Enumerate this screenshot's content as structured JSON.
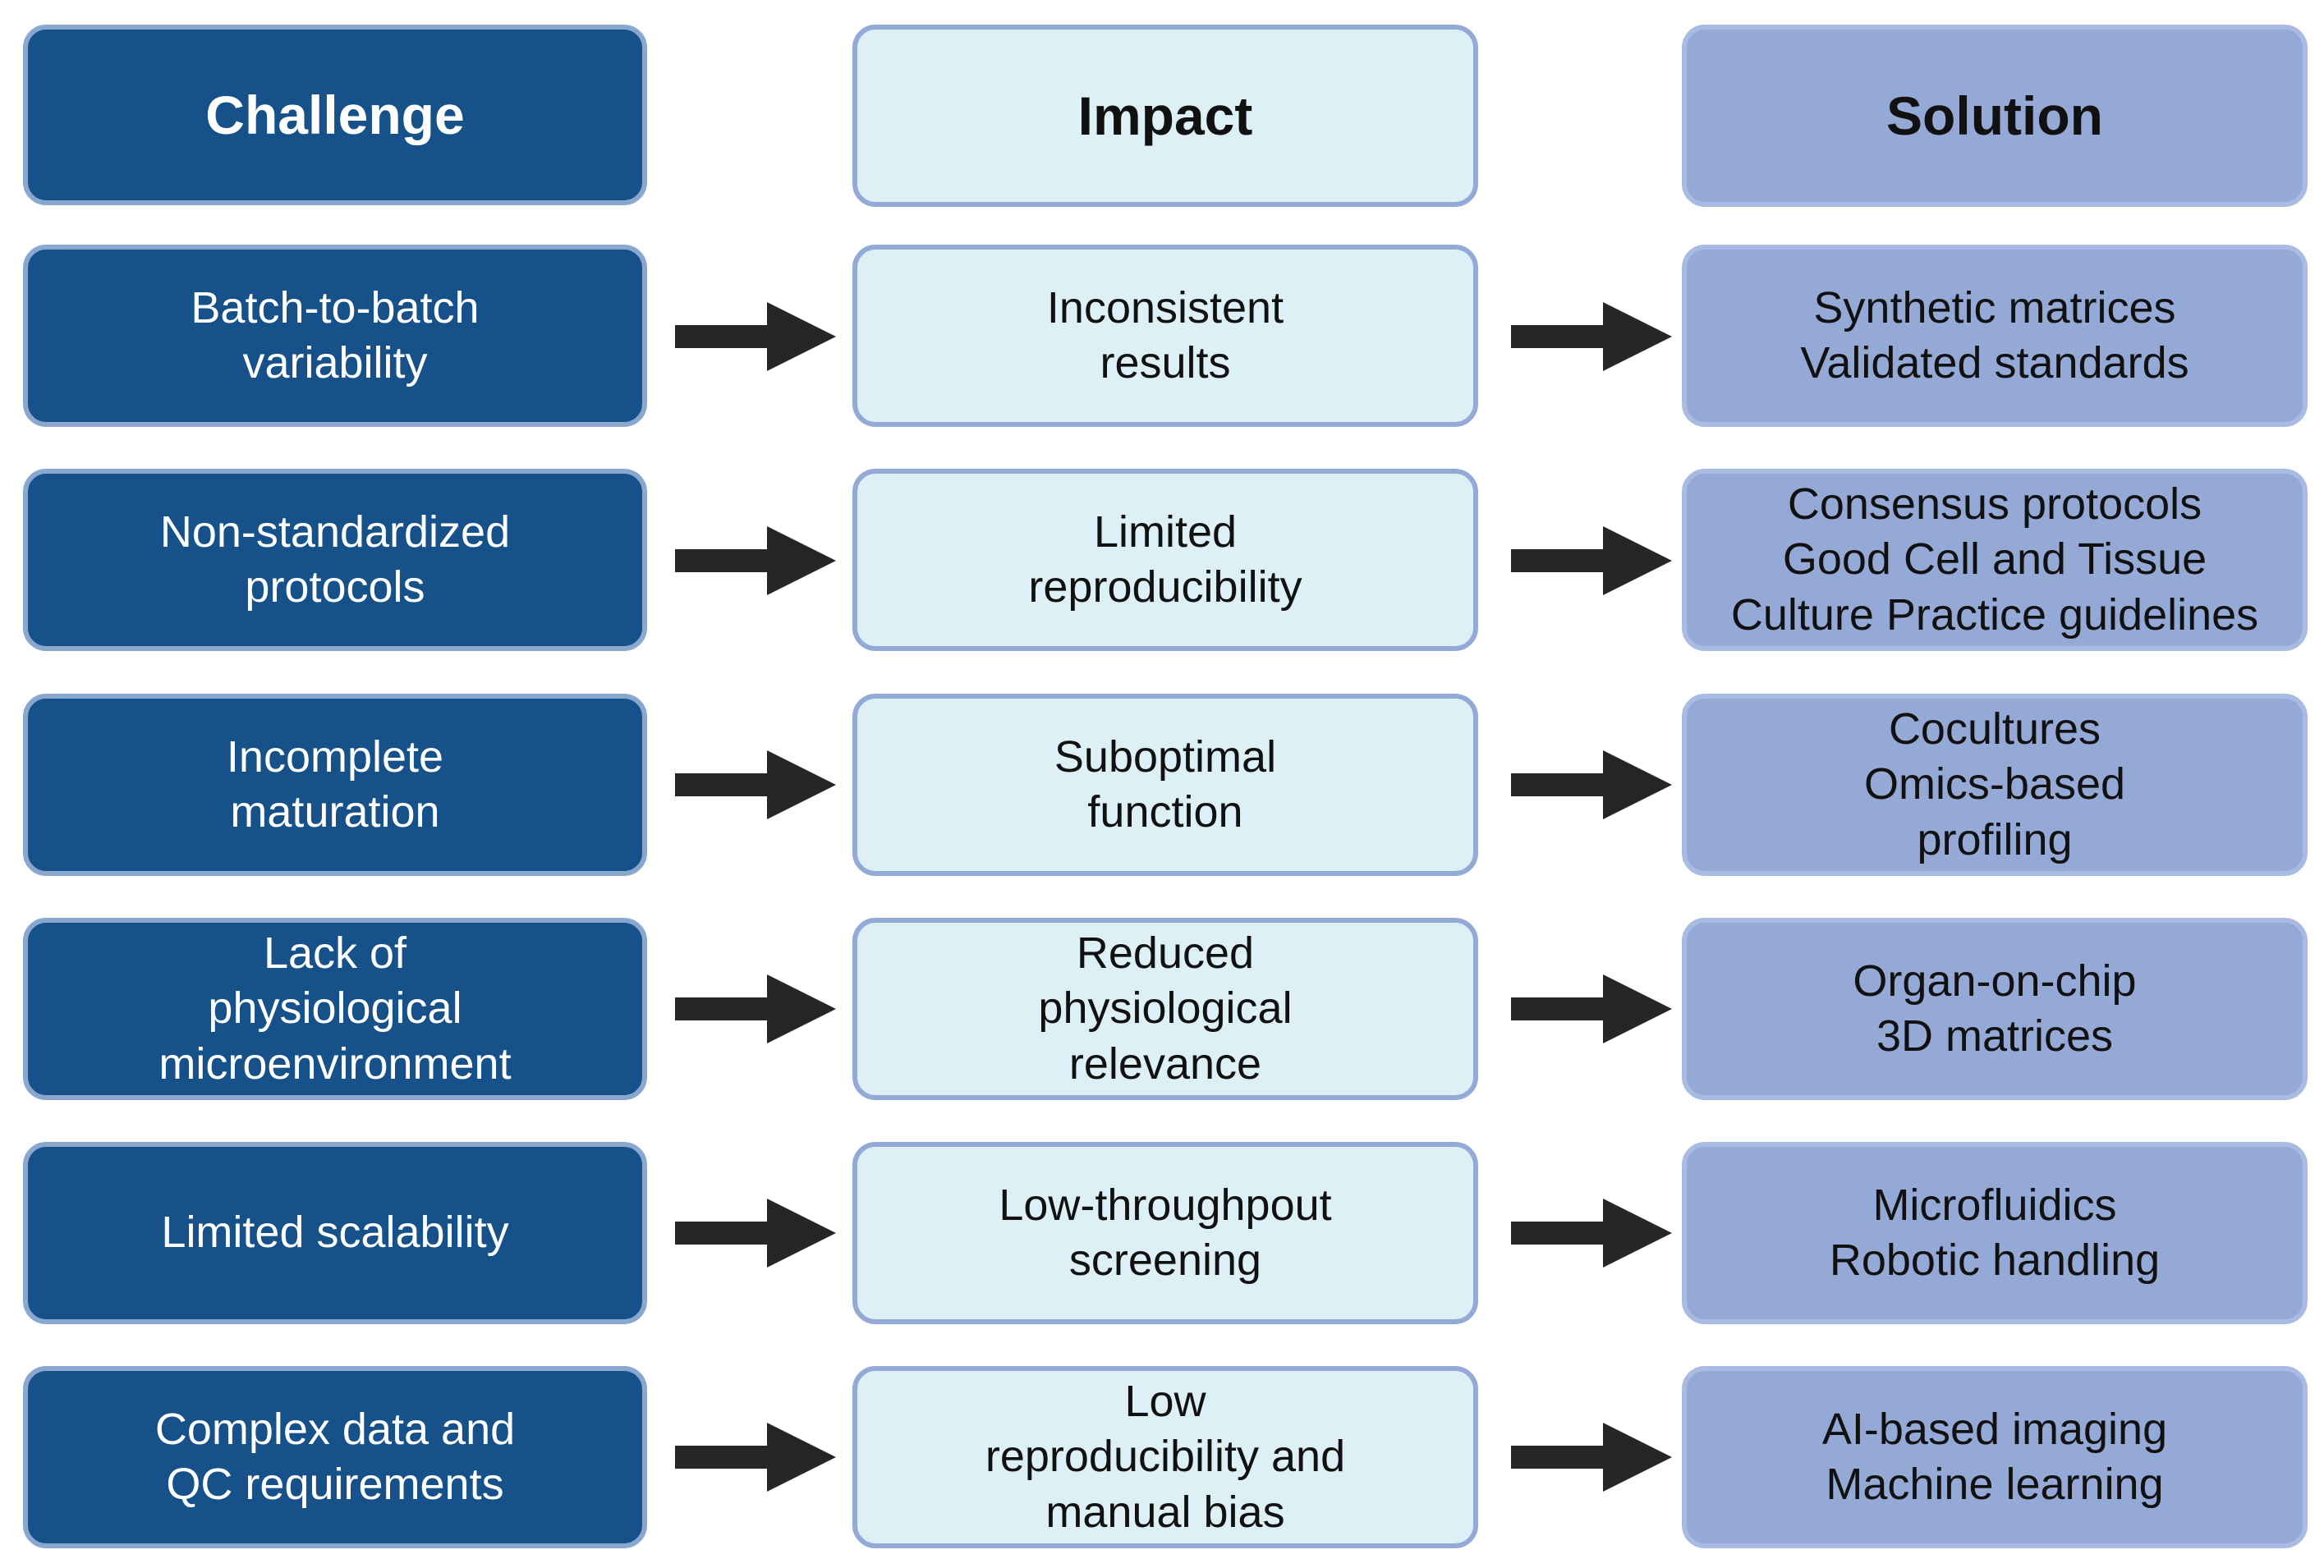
{
  "colors": {
    "challenge_fill": "#16518a",
    "impact_fill": "#dcf0f6",
    "solution_fill": "#94a9d6",
    "arrow": "#262626"
  },
  "headers": {
    "challenge": "Challenge",
    "impact": "Impact",
    "solution": "Solution"
  },
  "rows": [
    {
      "challenge": "Batch-to-batch\nvariability",
      "impact": "Inconsistent\nresults",
      "solution": "Synthetic matrices\nValidated standards"
    },
    {
      "challenge": "Non-standardized\nprotocols",
      "impact": "Limited\nreproducibility",
      "solution": "Consensus protocols\nGood Cell and Tissue\nCulture Practice guidelines"
    },
    {
      "challenge": "Incomplete\nmaturation",
      "impact": "Suboptimal\nfunction",
      "solution": "Cocultures\nOmics-based\nprofiling"
    },
    {
      "challenge": "Lack of\nphysiological\nmicroenvironment",
      "impact": "Reduced\nphysiological\nrelevance",
      "solution": "Organ-on-chip\n3D matrices"
    },
    {
      "challenge": "Limited scalability",
      "impact": "Low-throughpout\nscreening",
      "solution": "Microfluidics\nRobotic handling"
    },
    {
      "challenge": "Complex data and\nQC requirements",
      "impact": "Low\nreproducibility and\nmanual bias",
      "solution": "AI-based imaging\nMachine learning"
    }
  ]
}
